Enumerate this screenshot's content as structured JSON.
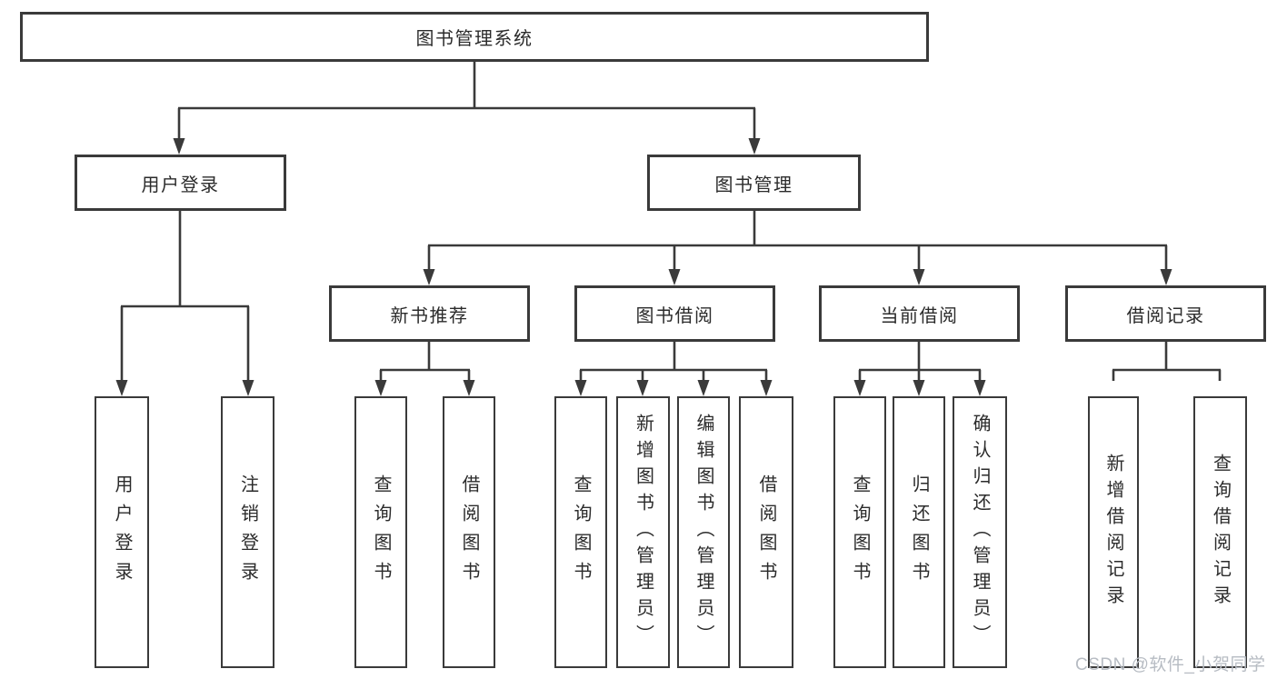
{
  "tree": {
    "root": "图书管理系统",
    "user_login": "用户登录",
    "book_mgmt": "图书管理",
    "user_login_children": [
      "用户登录",
      "注销登录"
    ],
    "mgmt_sections": [
      "新书推荐",
      "图书借阅",
      "当前借阅",
      "借阅记录"
    ],
    "new_book_children": [
      "查询图书",
      "借阅图书"
    ],
    "borrow_children": [
      "查询图书",
      "新增图书（管理员）",
      "编辑图书（管理员）",
      "借阅图书"
    ],
    "current_children": [
      "查询图书",
      "归还图书",
      "确认归还（管理员）"
    ],
    "record_children": [
      "新增借阅记录",
      "查询借阅记录"
    ]
  },
  "watermark": "CSDN @软件_小贺同学",
  "colors": {
    "line": "#3a3a3a",
    "text": "#2b2b2b",
    "box_bg": "#ffffff",
    "watermark": "#b7bcc3"
  }
}
